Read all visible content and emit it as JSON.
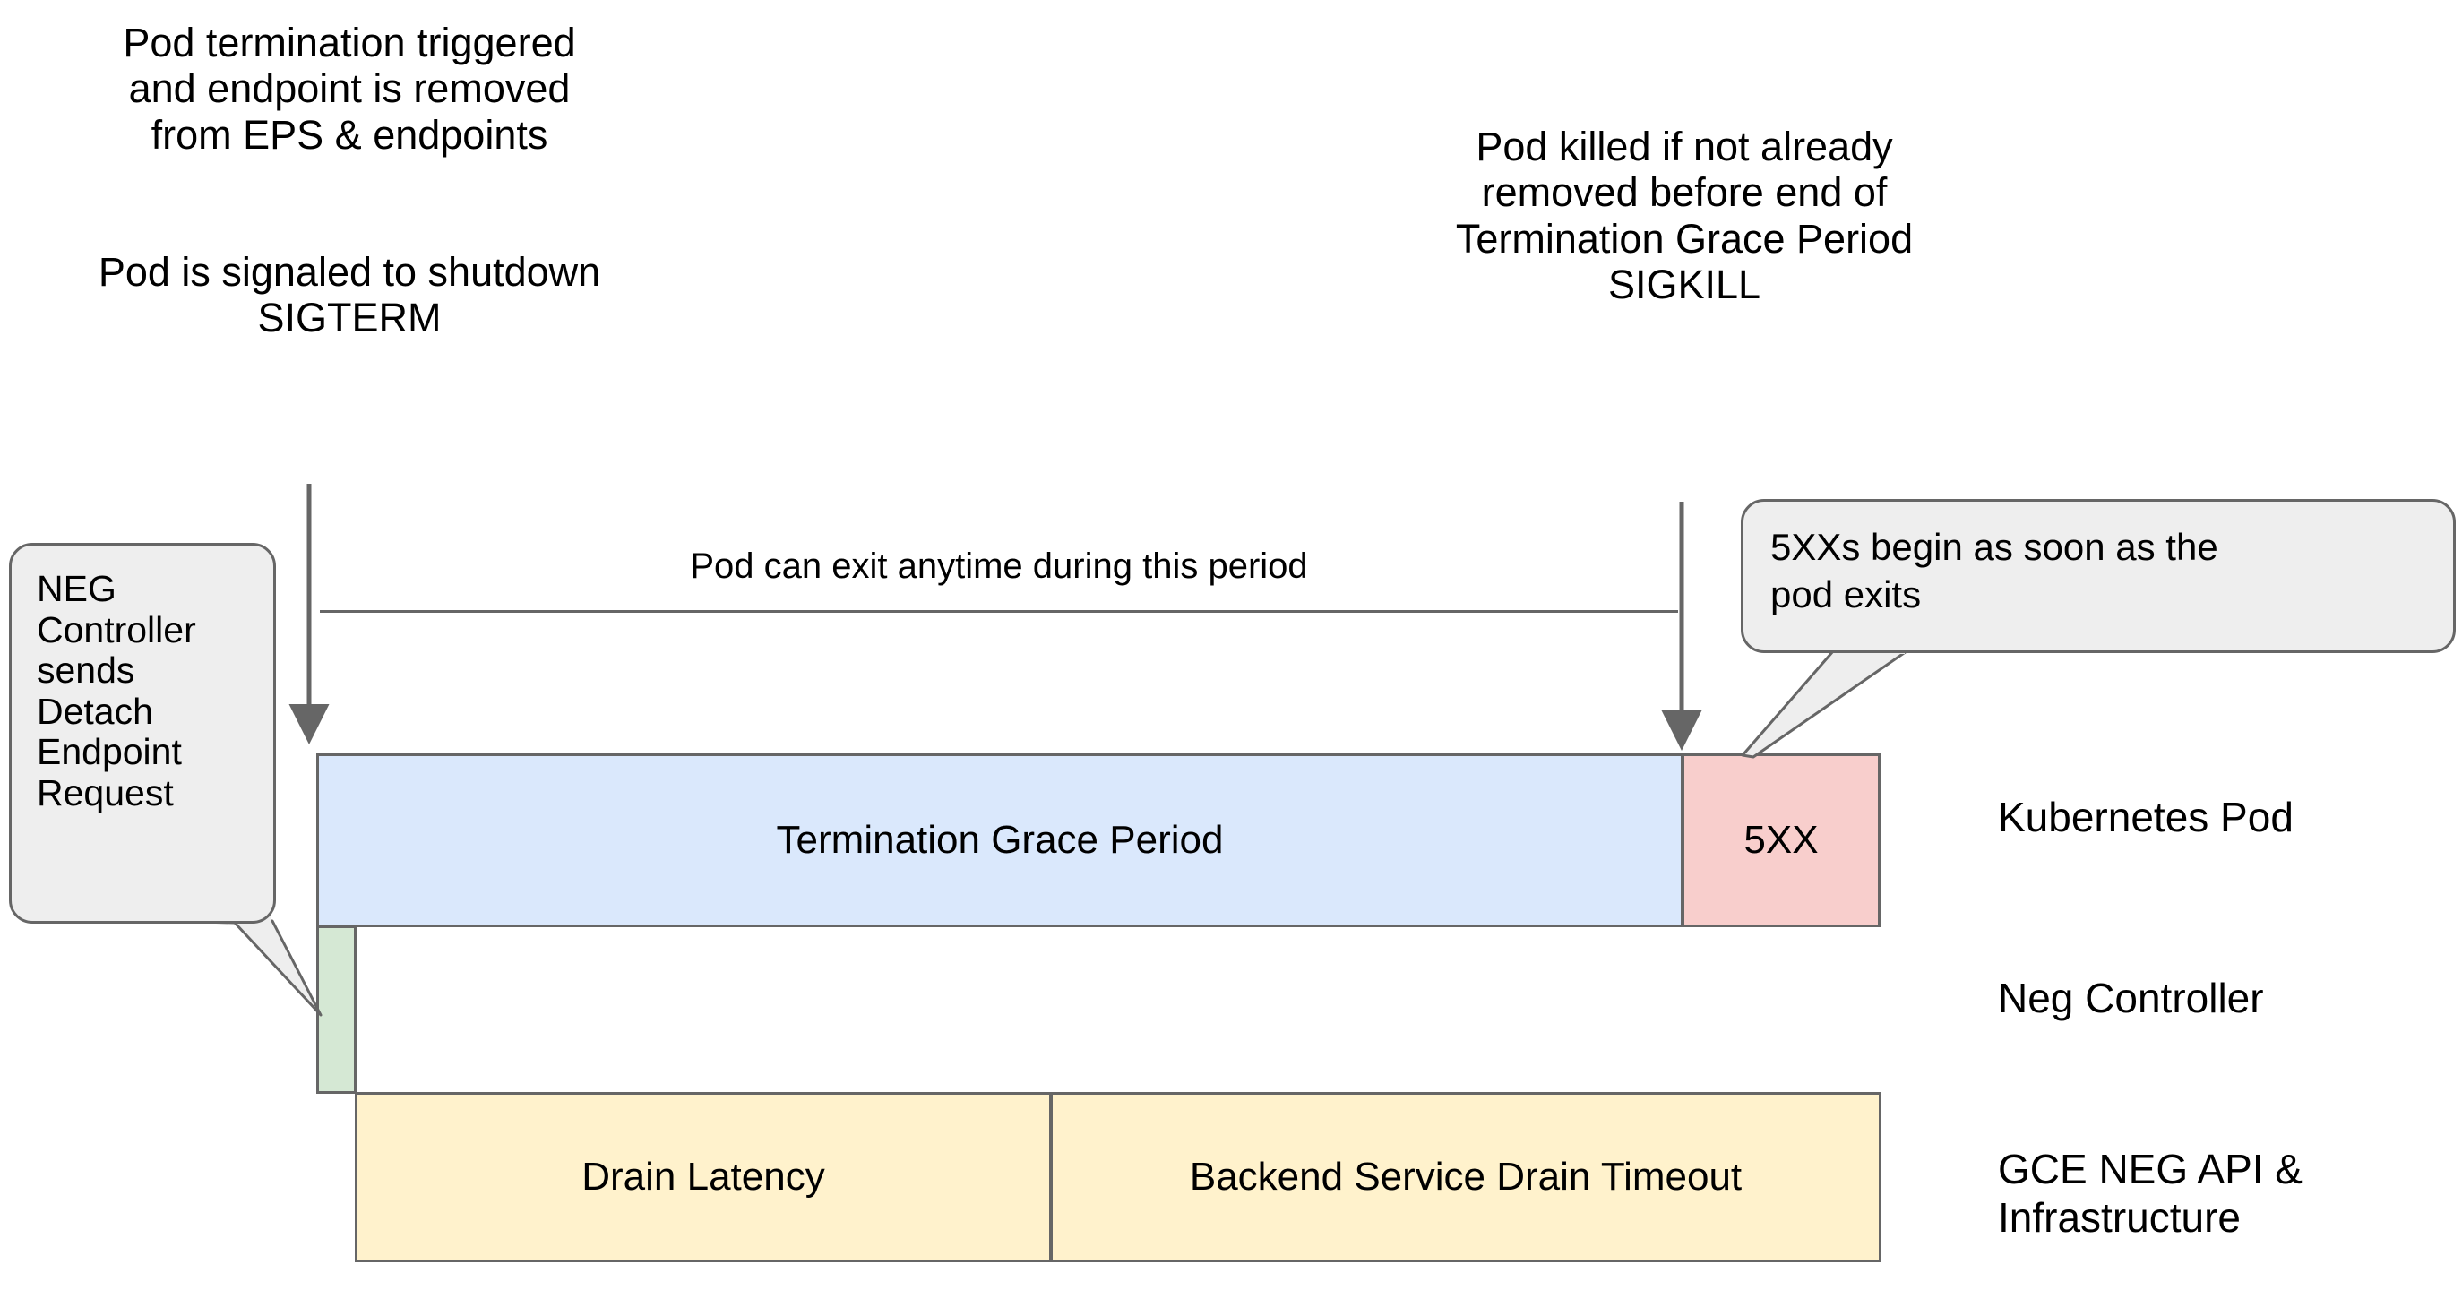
{
  "diagram": {
    "title": "Kubernetes Pod termination and GCE NEG drain timeline",
    "colors": {
      "termination_grace_period": "#dae8fc",
      "error_5xx": "#f8cecc",
      "neg_detach": "#d5e8d4",
      "drain": "#fff2cc",
      "callout_bg": "#eeeeee",
      "stroke": "#666666",
      "text": "#000000",
      "background": "#ffffff"
    }
  },
  "notes": {
    "left_top": "Pod termination triggered\nand endpoint is removed\nfrom EPS & endpoints",
    "left_bottom": "Pod is signaled to shutdown\nSIGTERM",
    "right_top": "Pod killed if not already\nremoved before end of\nTermination Grace Period\nSIGKILL"
  },
  "period": {
    "label": "Pod can exit anytime during this period"
  },
  "callouts": {
    "neg_controller": "NEG\nController\nsends\nDetach\nEndpoint\nRequest",
    "five_xx": "5XXs begin as soon as the\npod exits"
  },
  "bars": {
    "termination_grace_period": "Termination Grace Period",
    "five_xx": "5XX",
    "neg_detach": "",
    "drain_latency": "Drain Latency",
    "backend_service_drain_timeout": "Backend Service Drain Timeout"
  },
  "lanes": [
    {
      "label": "Kubernetes Pod"
    },
    {
      "label": "Neg Controller"
    },
    {
      "label": "GCE NEG API &\nInfrastructure"
    }
  ]
}
